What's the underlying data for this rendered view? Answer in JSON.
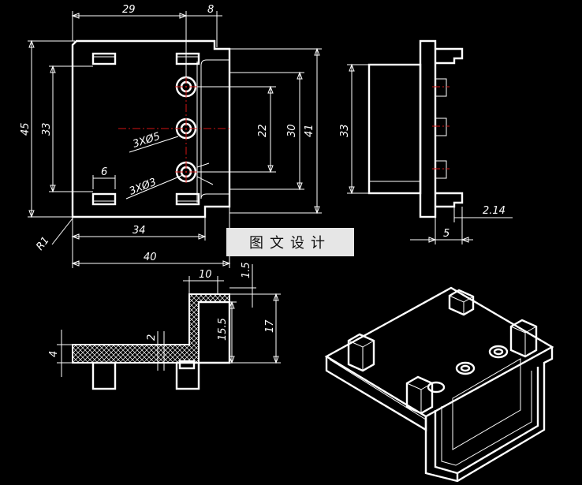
{
  "watermark": "图文设计",
  "dimensions": {
    "front_width_top": "29",
    "front_lip_width": "8",
    "front_height_outer": "45",
    "front_height_inner": "33",
    "slot_width": "6",
    "hole_count_large": "3XØ5",
    "hole_count_small": "3XØ3",
    "hole_spacing_total": "22",
    "right_height_30": "30",
    "right_height_41": "41",
    "corner_radius": "R1",
    "base_width_34": "34",
    "overall_width_40": "40",
    "side_height_33": "33",
    "side_offset_214": "2.14",
    "side_width_5": "5",
    "section_top_10": "10",
    "section_top_15": "1.5",
    "section_height_155": "15.5",
    "section_height_17": "17",
    "section_wall_2": "2",
    "section_thickness_4": "4"
  }
}
